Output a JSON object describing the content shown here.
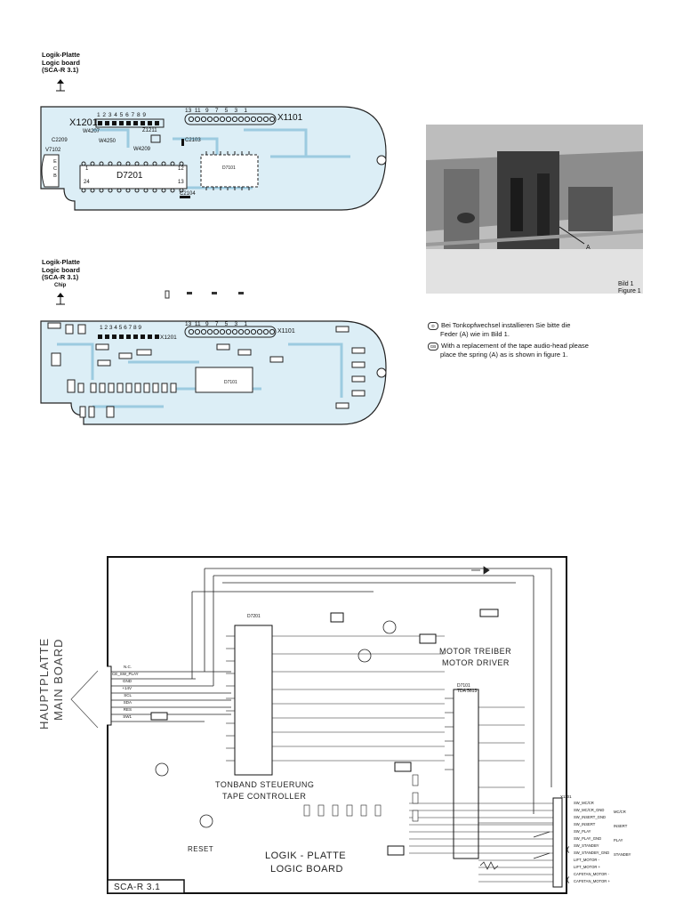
{
  "top_board": {
    "label_line1": "Logik-Platte",
    "label_line2": "Logic board",
    "label_line3": "(SCA-R 3.1)",
    "x1201": "X1201",
    "x1101": "X1101",
    "pins_x1201": "1 2 3 4 5 6 7 8 9",
    "pins_x1101": "13  11   9    7    5    3    1",
    "w4207": "W4207",
    "w4250": "W4250",
    "w4209": "W4209",
    "z1211": "Z1211",
    "c2103": "C2103",
    "c2209": "C2209",
    "c2104": "C2104",
    "v7102": "V7102",
    "d7201": "D7201",
    "d7101": "D7101",
    "e": "E",
    "c": "C",
    "b": "B",
    "pin1": "1",
    "pin24": "24",
    "pin12": "12",
    "pin13": "13"
  },
  "bottom_board": {
    "label_line1": "Logik-Platte",
    "label_line2": "Logic board",
    "label_line3": "(SCA-R 3.1)",
    "label_line4": "Chip",
    "x1201": "X1201",
    "x1101": "X1101",
    "pins_x1201": "1 2 3 4 5 6 7 8 9",
    "pins_x1101": "13  11   9    7    5    3    1",
    "d7101": "D7101"
  },
  "photo": {
    "marker": "A",
    "caption_de": "Bild 1",
    "caption_en": "Figure 1"
  },
  "notes": {
    "de_flag": "D",
    "de_text_1": "Bei Tonkopfwechsel installieren Sie bitte die",
    "de_text_2": "Feder (A) wie im Bild 1.",
    "en_flag": "GB",
    "en_text_1": "With a replacement of the tape audio-head please",
    "en_text_2": "place the spring (A) as is shown in figure 1."
  },
  "schematic": {
    "side_label_1": "HAUPTPLATTE",
    "side_label_2": "MAIN BOARD",
    "motor_de": "MOTOR TREIBER",
    "motor_en": "MOTOR DRIVER",
    "tape_de": "TONBAND STEUERUNG",
    "tape_en": "TAPE CONTROLLER",
    "logic_de": "LOGIK - PLATTE",
    "logic_en": "LOGIC BOARD",
    "reset": "RESET",
    "corner": "SCA-R 3.1",
    "ic_left": "D7201",
    "ic_right": "D7101",
    "ic_right_type": "TDA 5613",
    "x1101": "X1101",
    "left_pins": [
      "N.C.",
      "CE_SW_PLAY",
      "GND",
      "+14V",
      "SCL",
      "SDA",
      "RES",
      "SW1"
    ],
    "right_pins": [
      "SW_MC/CR",
      "SW_MC/CR_GND",
      "SW_INSERT_GND",
      "SW_INSERT",
      "SW_PLAY",
      "SW_PLAY_GND",
      "SW_STANDBY",
      "SW_STANDBY_GND",
      "LIFT_MOTOR -",
      "LIFT_MOTOR +",
      "CAPSTAN_MOTOR -",
      "CAPSTAN_MOTOR +"
    ],
    "right_tags": [
      "MC/CR",
      "INSERT",
      "PLAY",
      "STANDBY"
    ]
  }
}
